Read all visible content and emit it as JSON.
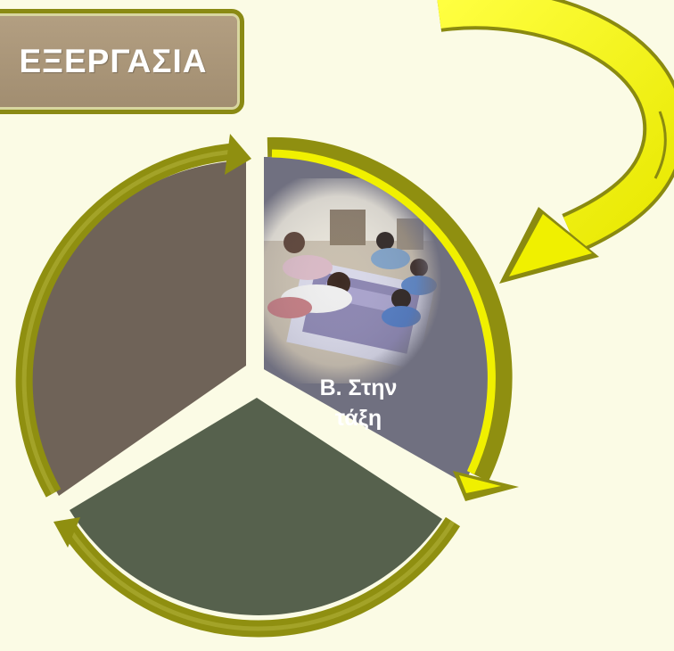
{
  "title": "ΕΞΕΡΓΑΣΙΑ",
  "segments": {
    "top_right": {
      "line1": "Β. Στην",
      "line2": "τάξη"
    }
  },
  "colors": {
    "background": "#fbfbe5",
    "olive_arrow": "#8f8f10",
    "yellow_arrow": "#f0f000",
    "segment_brown": "#6f6358",
    "segment_green": "#56614d",
    "segment_blue_grey": "#707080",
    "title_box": "#a8957a"
  },
  "image_description": "photo of children working on a large paper on the classroom floor"
}
